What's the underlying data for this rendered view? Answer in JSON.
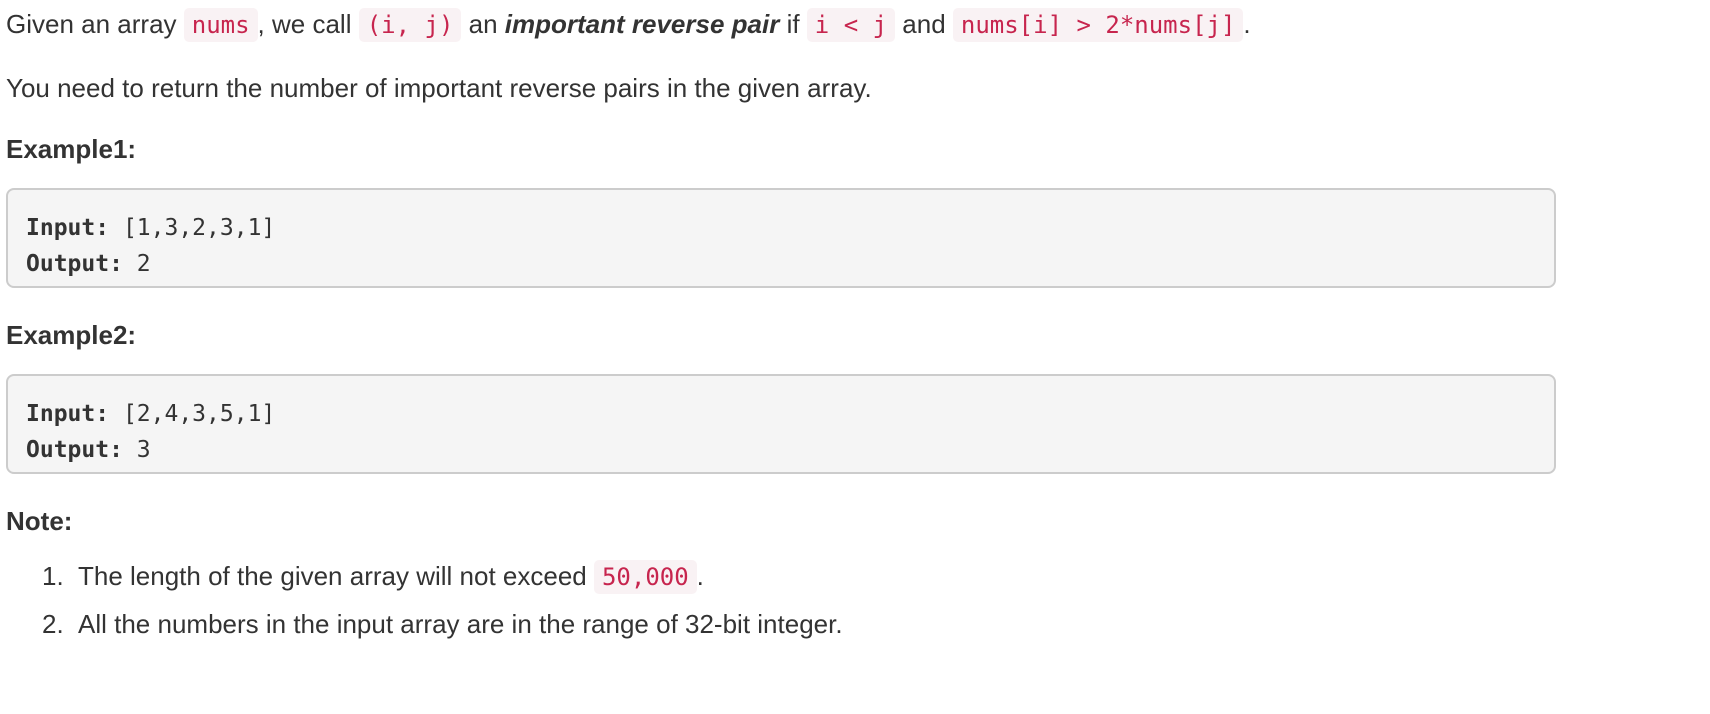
{
  "intro": {
    "t1": "Given an array ",
    "c1": "nums",
    "t2": ", we call ",
    "c2": "(i, j)",
    "t3": " an ",
    "emph": "important reverse pair",
    "t4": " if ",
    "c3": "i < j",
    "t5": " and ",
    "c4": "nums[i] > 2*nums[j]",
    "t6": "."
  },
  "task": "You need to return the number of important reverse pairs in the given array.",
  "examples": [
    {
      "heading": "Example1:",
      "input_label": "Input:",
      "input_value": " [1,3,2,3,1]",
      "output_label": "Output:",
      "output_value": " 2"
    },
    {
      "heading": "Example2:",
      "input_label": "Input:",
      "input_value": " [2,4,3,5,1]",
      "output_label": "Output:",
      "output_value": " 3"
    }
  ],
  "note": {
    "heading": "Note:",
    "items": [
      {
        "num": "1.",
        "text_before": "The length of the given array will not exceed ",
        "code": "50,000",
        "text_after": "."
      },
      {
        "num": "2.",
        "text": "All the numbers in the input array are in the range of 32-bit integer."
      }
    ]
  }
}
